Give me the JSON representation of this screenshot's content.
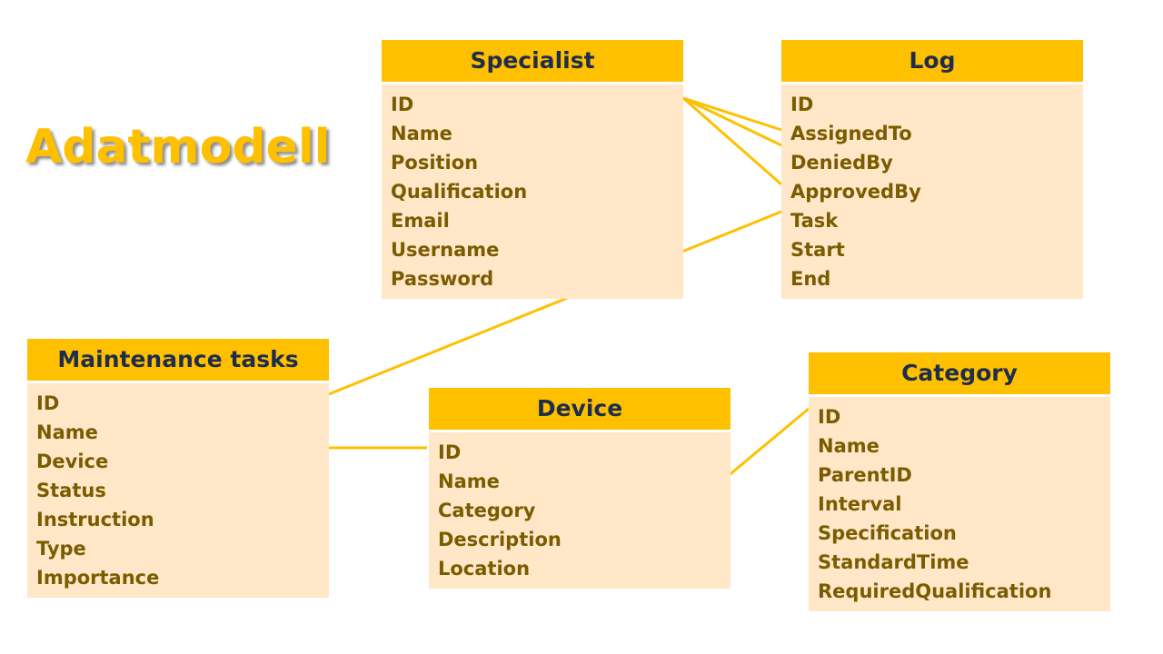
{
  "title": "Adatmodell",
  "colors": {
    "accent": "#FFC000",
    "header_text": "#1F2D4D",
    "body_fill": "#FFE7C8",
    "field_text": "#7A5C00"
  },
  "entities": {
    "specialist": {
      "name": "Specialist",
      "fields": [
        "ID",
        "Name",
        "Position",
        "Qualification",
        "Email",
        "Username",
        "Password"
      ]
    },
    "log": {
      "name": "Log",
      "fields": [
        "ID",
        "AssignedTo",
        "DeniedBy",
        "ApprovedBy",
        "Task",
        "Start",
        "End"
      ]
    },
    "maintenance": {
      "name": "Maintenance tasks",
      "fields": [
        "ID",
        "Name",
        "Device",
        "Status",
        "Instruction",
        "Type",
        "Importance"
      ]
    },
    "device": {
      "name": "Device",
      "fields": [
        "ID",
        "Name",
        "Category",
        "Description",
        "Location"
      ]
    },
    "category": {
      "name": "Category",
      "fields": [
        "ID",
        "Name",
        "ParentID",
        "Interval",
        "Specification",
        "StandardTime",
        "RequiredQualification"
      ]
    }
  },
  "relations": [
    {
      "from": "specialist.ID",
      "to": "log.AssignedTo"
    },
    {
      "from": "specialist.ID",
      "to": "log.DeniedBy"
    },
    {
      "from": "specialist.ID",
      "to": "log.ApprovedBy"
    },
    {
      "from": "maintenance.ID",
      "to": "log.Task"
    },
    {
      "from": "maintenance.Device",
      "to": "device.ID"
    },
    {
      "from": "device.Category",
      "to": "category.ID"
    }
  ]
}
